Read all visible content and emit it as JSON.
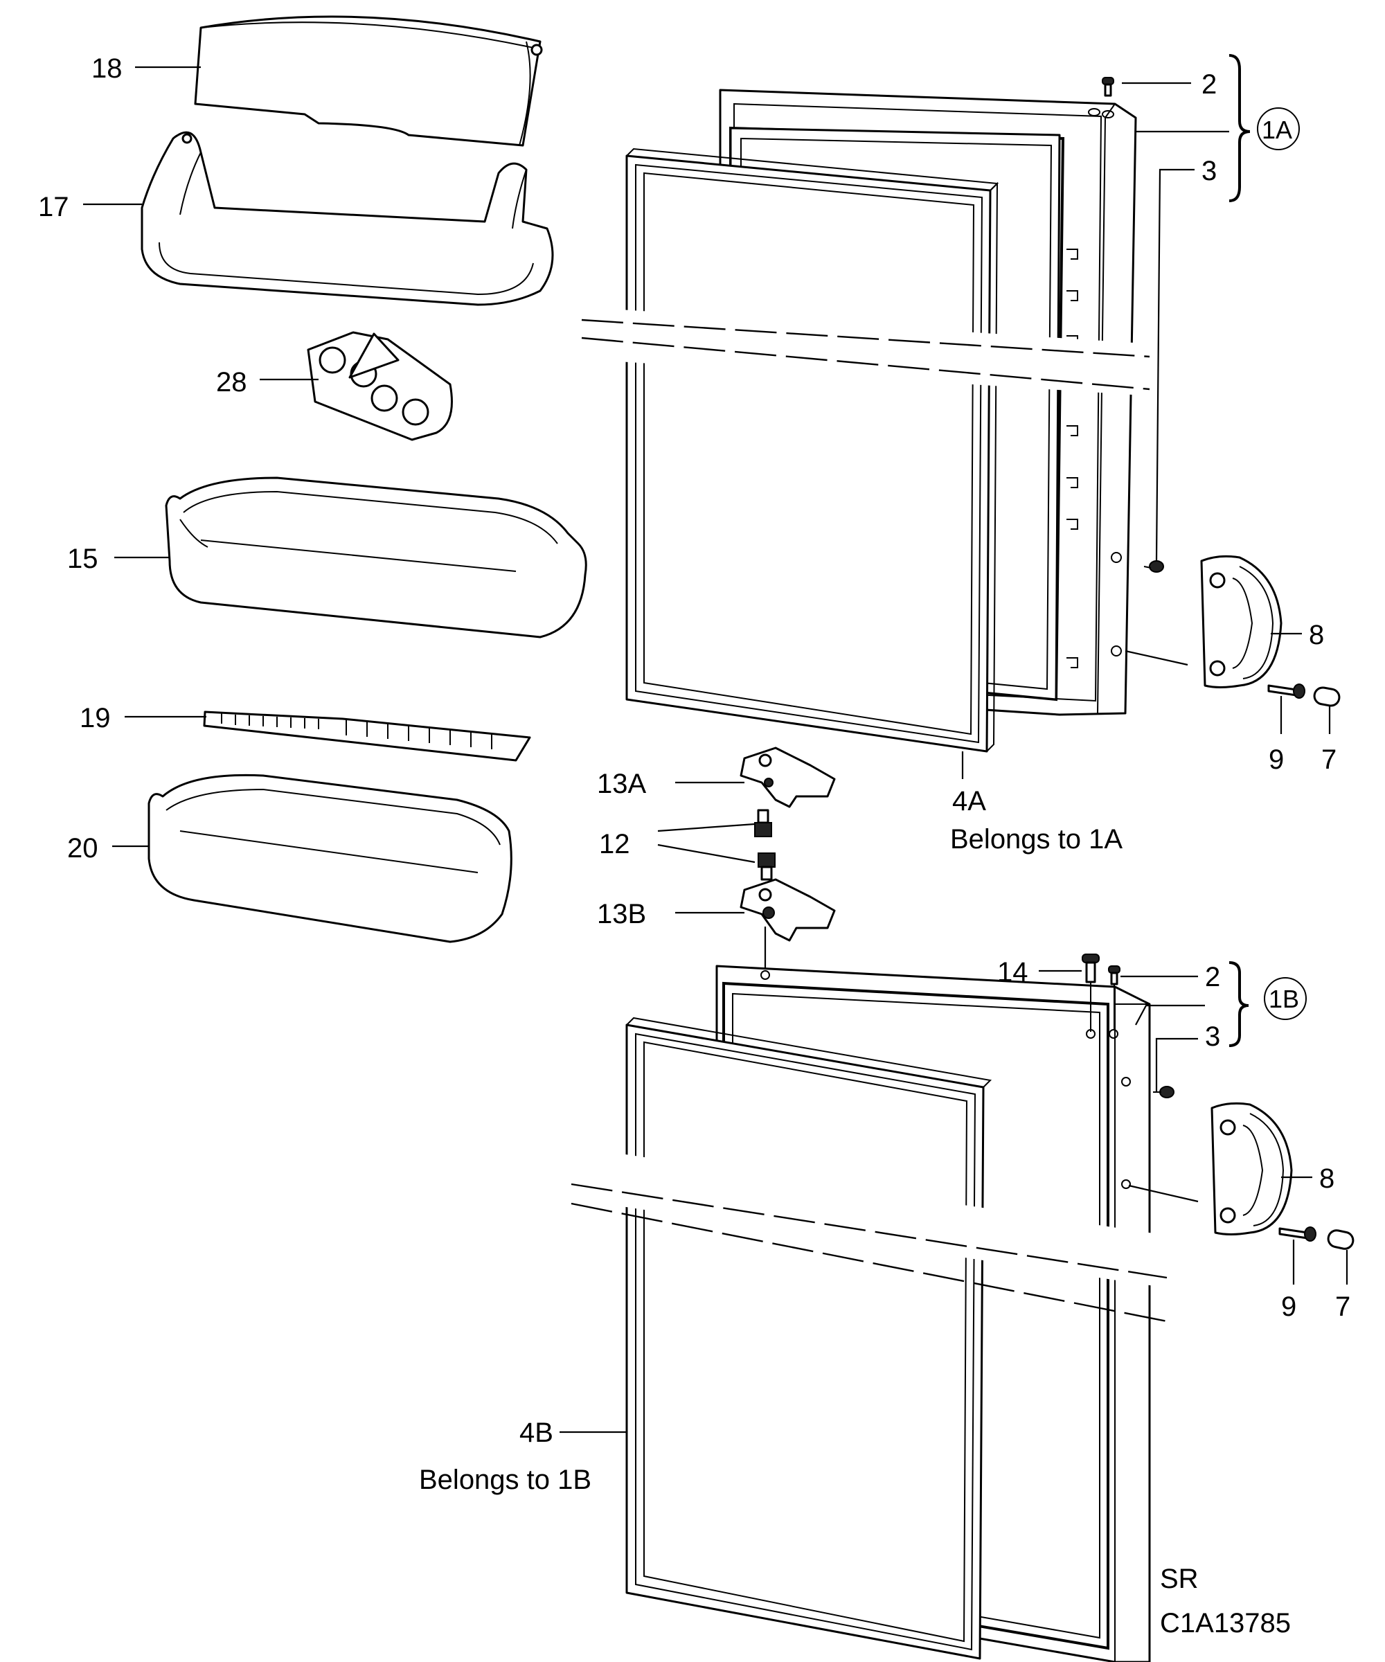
{
  "diagram": {
    "part_labels": {
      "p18": "18",
      "p17": "17",
      "p28": "28",
      "p15": "15",
      "p19": "19",
      "p20": "20",
      "p2a": "2",
      "p1a": "1A",
      "p3a": "3",
      "p8a": "8",
      "p9a": "9",
      "p7a": "7",
      "p13a": "13A",
      "p12": "12",
      "p13b": "13B",
      "p4a": "4A",
      "p14": "14",
      "p2b": "2",
      "p1b": "1B",
      "p3b": "3",
      "p8b": "8",
      "p9b": "9",
      "p7b": "7",
      "p4b": "4B"
    },
    "notes": {
      "belongs_1a": "Belongs to 1A",
      "belongs_1b": "Belongs to 1B",
      "sr": "SR",
      "code": "C1A13785"
    }
  }
}
